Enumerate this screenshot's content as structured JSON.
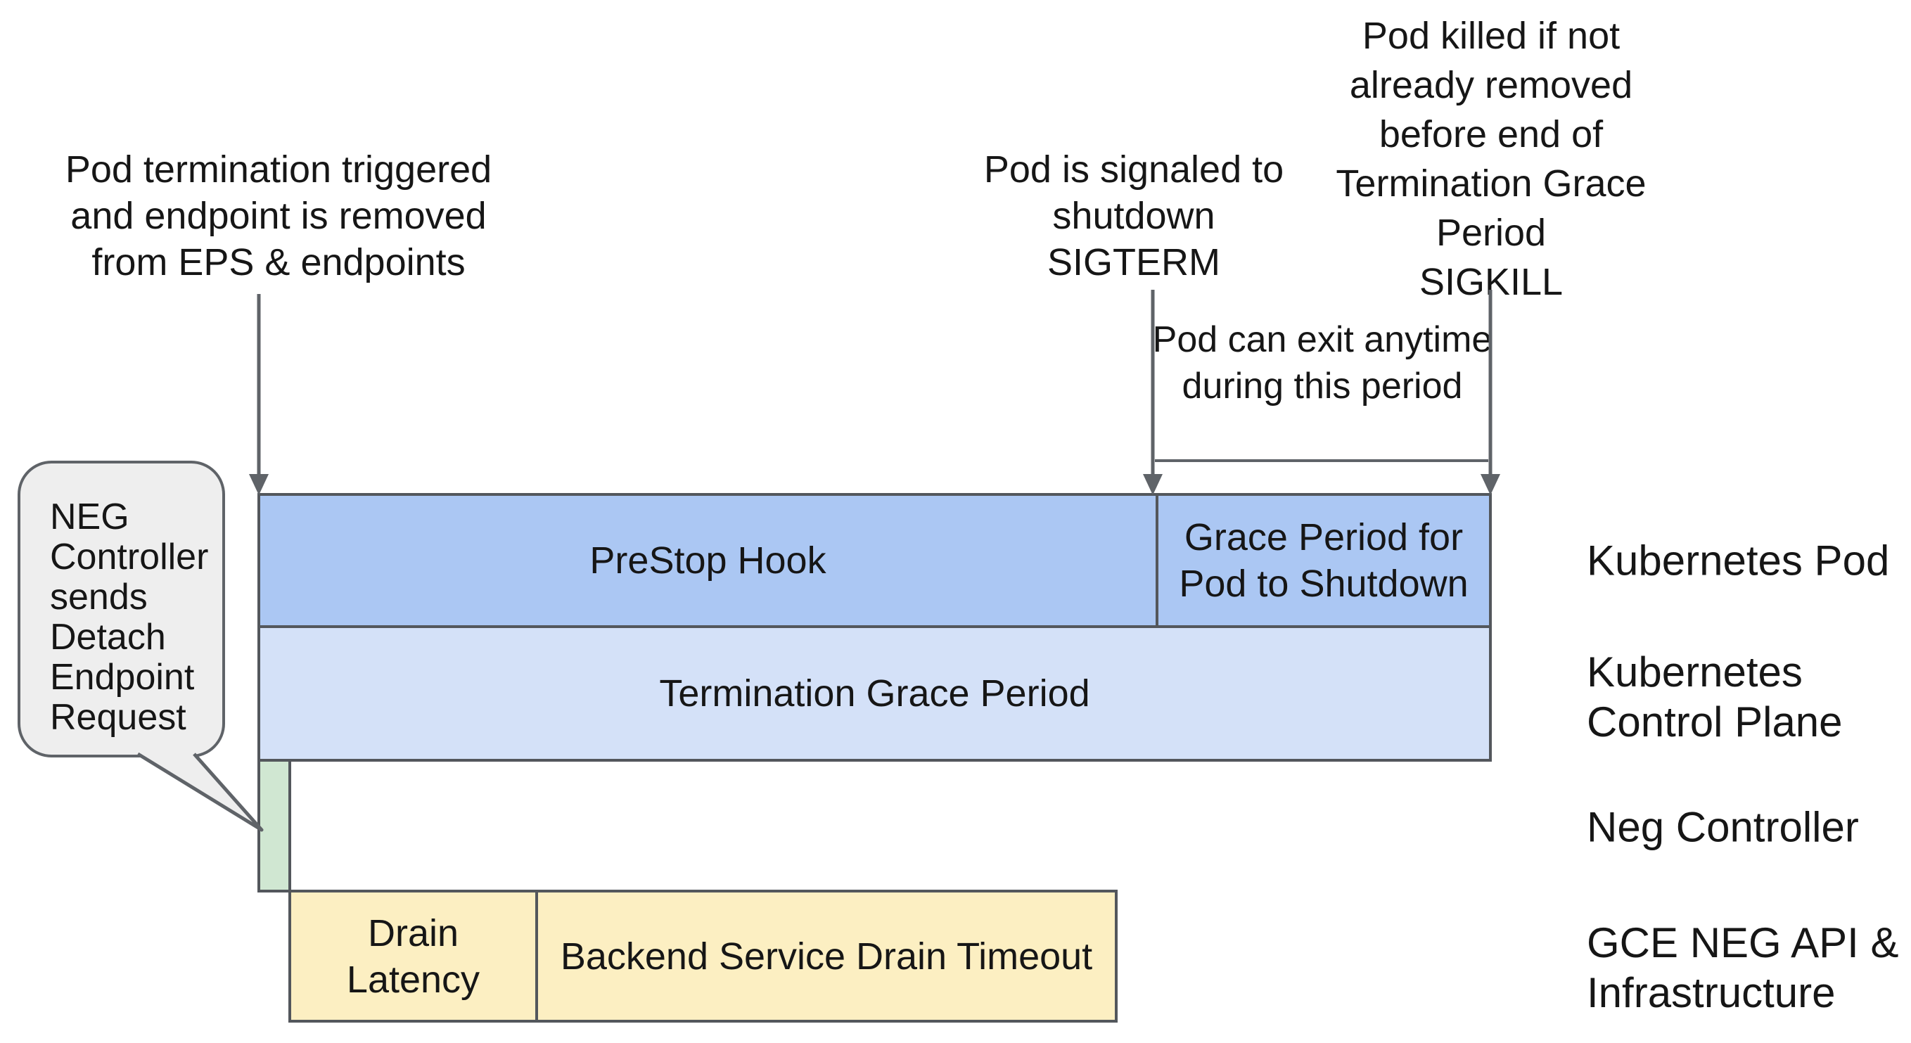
{
  "annotations": {
    "termination_triggered": {
      "lines": [
        "Pod termination triggered",
        "and endpoint is removed",
        "from EPS & endpoints"
      ]
    },
    "sigterm": {
      "lines": [
        "Pod is signaled to",
        "shutdown",
        "SIGTERM"
      ]
    },
    "sigkill": {
      "lines": [
        "Pod killed if not",
        "already removed",
        "before end of",
        "Termination Grace",
        "Period",
        "SIGKILL"
      ]
    },
    "pod_exit": {
      "lines": [
        "Pod can exit anytime",
        "during this period"
      ]
    }
  },
  "speech_bubble": {
    "lines": [
      "NEG",
      "Controller",
      "sends",
      "Detach",
      "Endpoint",
      "Request"
    ]
  },
  "timeline": {
    "prestop_hook": "PreStop Hook",
    "grace_period_cell": {
      "lines": [
        "Grace Period for",
        "Pod to Shutdown"
      ]
    },
    "termination_grace_period": "Termination Grace Period",
    "drain_latency": {
      "lines": [
        "Drain",
        "Latency"
      ]
    },
    "backend_service_drain_timeout": "Backend Service Drain Timeout"
  },
  "lane_labels": [
    {
      "lines": [
        "Kubernetes Pod"
      ]
    },
    {
      "lines": [
        "Kubernetes",
        "Control Plane"
      ]
    },
    {
      "lines": [
        "Neg Controller"
      ]
    },
    {
      "lines": [
        "GCE NEG API &",
        "Infrastructure"
      ]
    }
  ],
  "colors": {
    "pod_row_fill": "#abc7f3",
    "control_plane_row_fill": "#d4e1f8",
    "neg_controller_fill": "#d0e7d2",
    "gce_row_fill": "#fcefc2",
    "bar_border": "#53575c",
    "arrow_gray": "#5f6368",
    "bubble_fill": "#eeeeee",
    "text": "#161616"
  }
}
